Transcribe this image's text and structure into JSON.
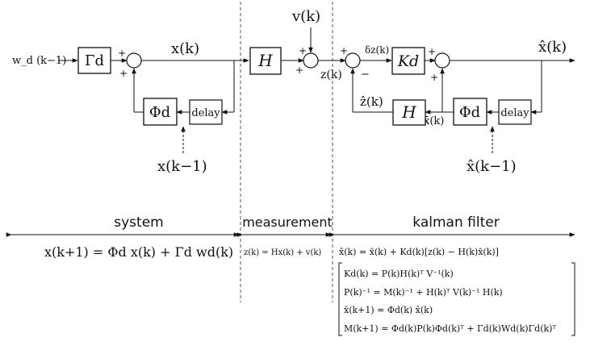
{
  "system": {
    "input_label": "w_d (k−1)",
    "gamma_block": "Γd",
    "state_label": "x(k)",
    "phi_block": "Φd",
    "delay_block": "delay",
    "prev_state_label": "x(k−1)",
    "plus": "+"
  },
  "measurement": {
    "H_block": "H",
    "noise_label": "v(k)",
    "z_label": "z(k)"
  },
  "filter": {
    "dz_label": "δz(k)",
    "K_block": "Kd",
    "output_label": "x̂(k)",
    "zhat_label": "ẑ(k)",
    "H_block": "H",
    "xbar_label": "x̄(k)",
    "phi_block": "Φd",
    "delay_block": "delay",
    "prev_est_label": "x̂(k−1)",
    "minus": "−"
  },
  "sections": {
    "system": "system",
    "measurement": "measurement",
    "kalman": "kalman filter"
  },
  "equations": {
    "system_eq": "x(k+1) = Φd x(k) + Γd wd(k)",
    "measurement_eq": "z(k) = Hx(k) + v(k)",
    "filter_eq": "x̂(k) = x̄(k) + Kd(k)[z(k) − H(k)x̄(k)]",
    "gain_eqs": [
      "Kd(k) = P(k)H(k)ᵀ V⁻¹(k)",
      "P(k)⁻¹ = M(k)⁻¹ + H(k)ᵀ V(k)⁻¹ H(k)",
      "x̄(k+1) = Φd(k) x̂(k)",
      "M(k+1) = Φd(k)P(k)Φd(k)ᵀ + Γd(k)Wd(k)Γd(k)ᵀ"
    ]
  }
}
